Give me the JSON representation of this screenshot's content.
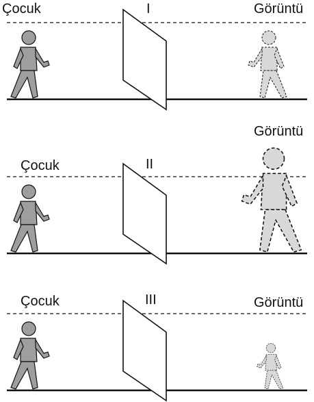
{
  "panels": [
    {
      "roman": "I",
      "object_label": "Çocuk",
      "image_label": "Görüntü"
    },
    {
      "roman": "II",
      "object_label": "Çocuk",
      "image_label": "Görüntü"
    },
    {
      "roman": "III",
      "object_label": "Çocuk",
      "image_label": "Görüntü"
    }
  ],
  "colors": {
    "figure_fill": "#9e9e9e",
    "image_fill": "#d8d8d8",
    "line": "#111111"
  }
}
